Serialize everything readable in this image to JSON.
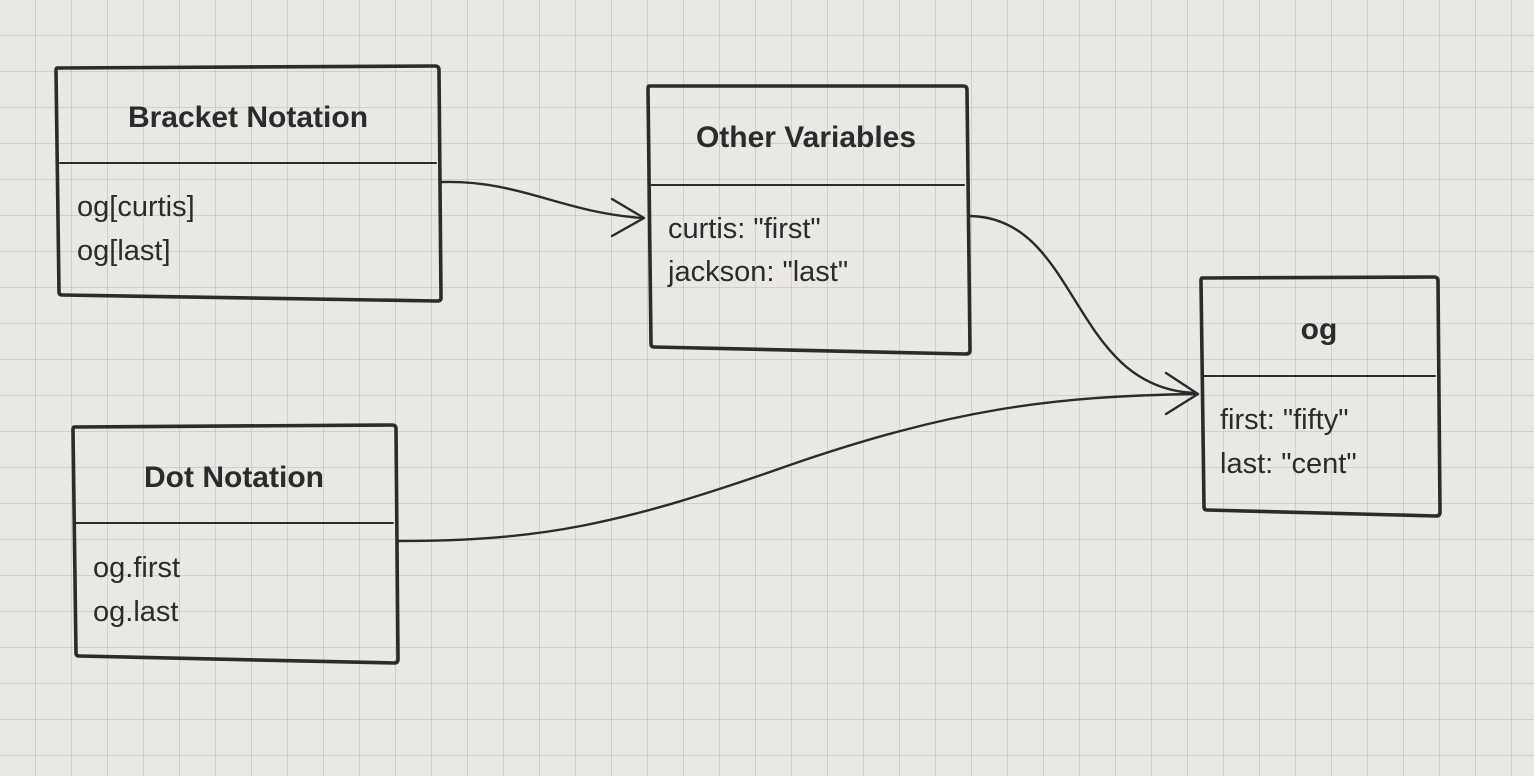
{
  "diagram": {
    "boxes": {
      "bracket": {
        "title": "Bracket Notation",
        "fields": [
          "og[curtis]",
          "og[last]"
        ]
      },
      "other": {
        "title": "Other Variables",
        "fields": [
          "curtis: \"first\"",
          "jackson: \"last\""
        ]
      },
      "og": {
        "title": "og",
        "fields": [
          "first: \"fifty\"",
          "last: \"cent\""
        ]
      },
      "dot": {
        "title": "Dot Notation",
        "fields": [
          "og.first",
          "og.last"
        ]
      }
    },
    "connections": [
      {
        "from": "Bracket Notation",
        "to": "Other Variables"
      },
      {
        "from": "Other Variables",
        "to": "og"
      },
      {
        "from": "Dot Notation",
        "to": "og"
      }
    ]
  },
  "colors": {
    "background": "#eae8e5",
    "grid": "#bebab5",
    "ink": "#2b2b2b"
  }
}
